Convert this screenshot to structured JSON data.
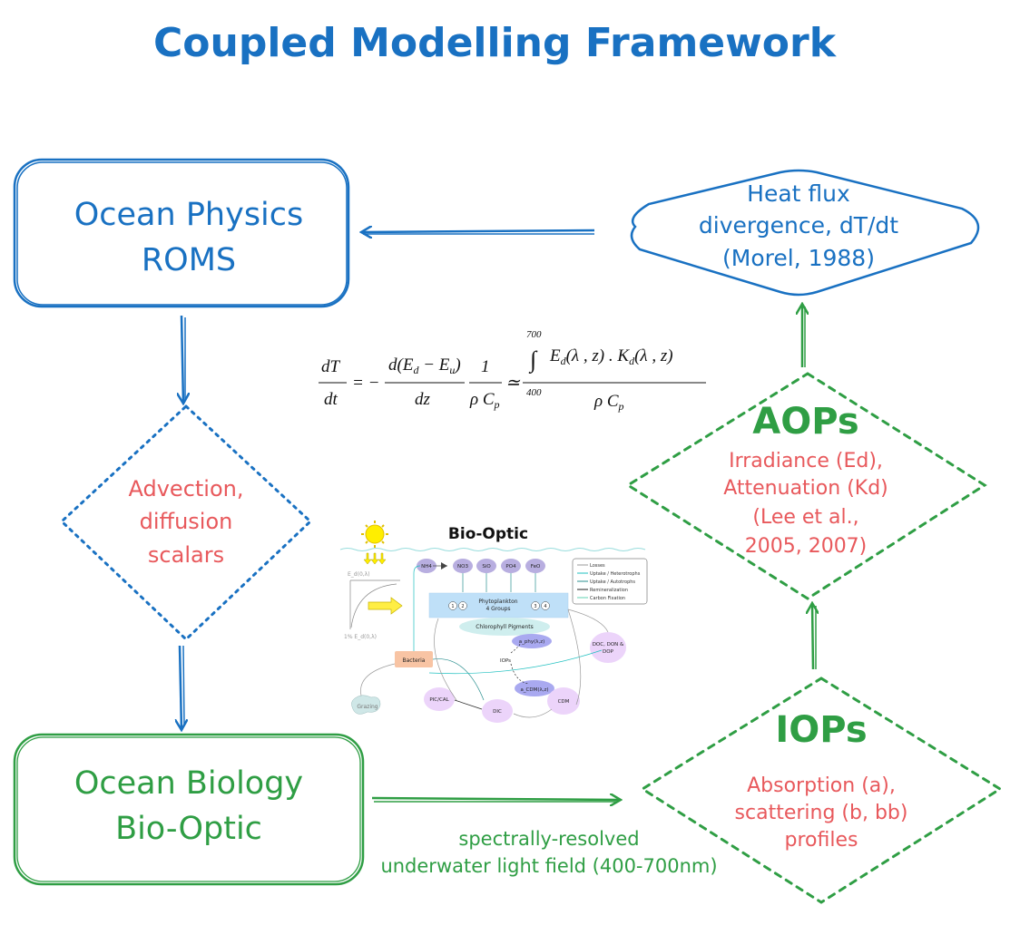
{
  "title": "Coupled Modelling Framework",
  "colors": {
    "blue": "#1971c2",
    "red": "#e8595c",
    "green": "#2f9e44"
  },
  "nodes": {
    "physics": {
      "line1": "Ocean Physics",
      "line2": "ROMS"
    },
    "heat_flux": {
      "line1": "Heat flux",
      "line2": "divergence, dT/dt",
      "line3": "(Morel, 1988)"
    },
    "advection": {
      "line1": "Advection,",
      "line2": "diffusion",
      "line3": "scalars"
    },
    "biology": {
      "line1": "Ocean Biology",
      "line2": "Bio-Optic"
    },
    "aops": {
      "title": "AOPs",
      "line1": "Irradiance (Ed),",
      "line2": "Attenuation (Kd)",
      "line3": "(Lee et al.,",
      "line4": "2005, 2007)"
    },
    "iops": {
      "title": "IOPs",
      "line1": "Absorption (a),",
      "line2": "scattering (b, bb)",
      "line3": "profiles"
    }
  },
  "edge_label": {
    "line1": "spectrally-resolved",
    "line2": "underwater light field (400-700nm)"
  },
  "equation": {
    "lhs_num": "dT",
    "lhs_den": "dt",
    "eq": "= −",
    "frac1_num": "d(E",
    "frac1_sub1": "d",
    "frac1_mid": " − E",
    "frac1_sub2": "u",
    "frac1_close": ")",
    "frac1_den": "dz",
    "frac2_num": "1",
    "frac2_den": "ρ C",
    "frac2_sub": "p",
    "approx": "≃",
    "int_upper": "700",
    "int_lower": "400",
    "int_sign": "∫",
    "integrand": "E",
    "integrand_sub": "d",
    "integrand_args": "(λ , z) . K",
    "integrand_sub2": "d",
    "integrand_args2": "(λ , z)",
    "frac3_den": "ρ C",
    "frac3_sub": "p"
  },
  "inset": {
    "title": "Bio-Optic",
    "surface_label": "E_d(0,λ)",
    "depth_label": "1% E_d(0,λ)",
    "nutrients": [
      "NH4",
      "NO3",
      "SiO",
      "PO4",
      "FeO"
    ],
    "phyto_line1": "Phytoplankton",
    "phyto_line2": "4 Groups",
    "groups": [
      "1",
      "2",
      "3",
      "4"
    ],
    "chl": "Chlorophyll Pigments",
    "aphy": "a_phy(λ,z)",
    "iops": "IOPs",
    "acdm": "a_CDM(λ,z)",
    "bacteria": "Bacteria",
    "doc": [
      "DOC, DON &",
      "DOP"
    ],
    "grazing": "Grazing",
    "pic": "PIC/CAL",
    "dic": "DIC",
    "cdm": "CDM",
    "legend": [
      "Losses",
      "Uptake / Heterotrophs",
      "Uptake / Autotrophs",
      "Remineralization",
      "Carbon Fixation"
    ],
    "legend_colors": [
      "#999999",
      "#20c0c0",
      "#2a8f8f",
      "#222222",
      "#5fd0b0"
    ]
  }
}
